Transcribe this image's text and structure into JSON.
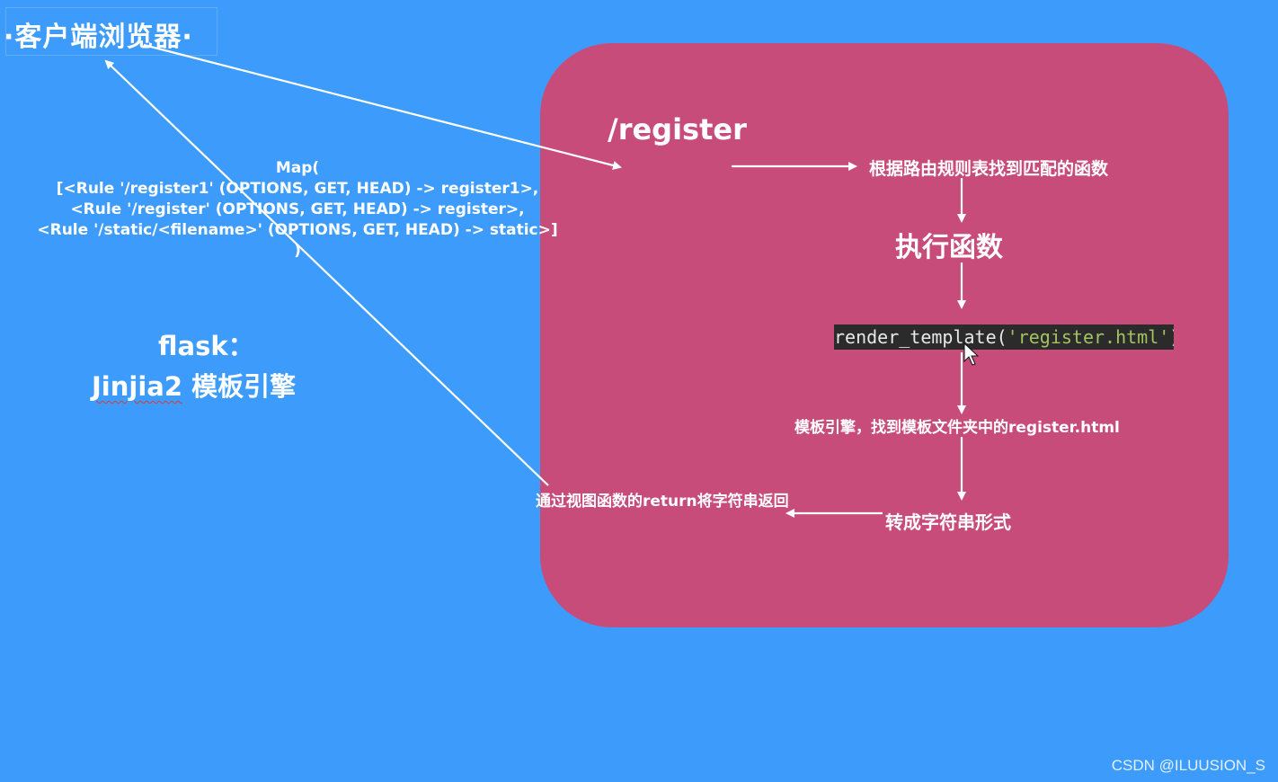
{
  "client": {
    "label": "·客户端浏览器·"
  },
  "url_map": {
    "text": "Map(\n[<Rule '/register1' (OPTIONS, GET, HEAD) -> register1>,\n<Rule '/register' (OPTIONS, GET, HEAD) -> register>,\n<Rule '/static/<filename>' (OPTIONS, GET, HEAD) -> static>]\n)"
  },
  "flask": {
    "title": "flask：",
    "engine_name": "Jinjia2",
    "engine_suffix": " 模板引擎"
  },
  "server": {
    "route": "/register",
    "step_find": "根据路由规则表找到匹配的函数",
    "step_exec": "执行函数",
    "code": {
      "func": "render_template(",
      "arg": "'register.html'",
      "close": ")"
    },
    "step_engine": "模板引擎，找到模板文件夹中的register.html",
    "step_string": "转成字符串形式",
    "step_return": "通过视图函数的return将字符串返回"
  },
  "watermark": "CSDN @ILUUSION_S",
  "colors": {
    "background": "#3d9cfb",
    "panel": "#c84c79",
    "text": "#ffffff",
    "code_bg": "#2b2b2b",
    "code_string": "#a5c261"
  }
}
